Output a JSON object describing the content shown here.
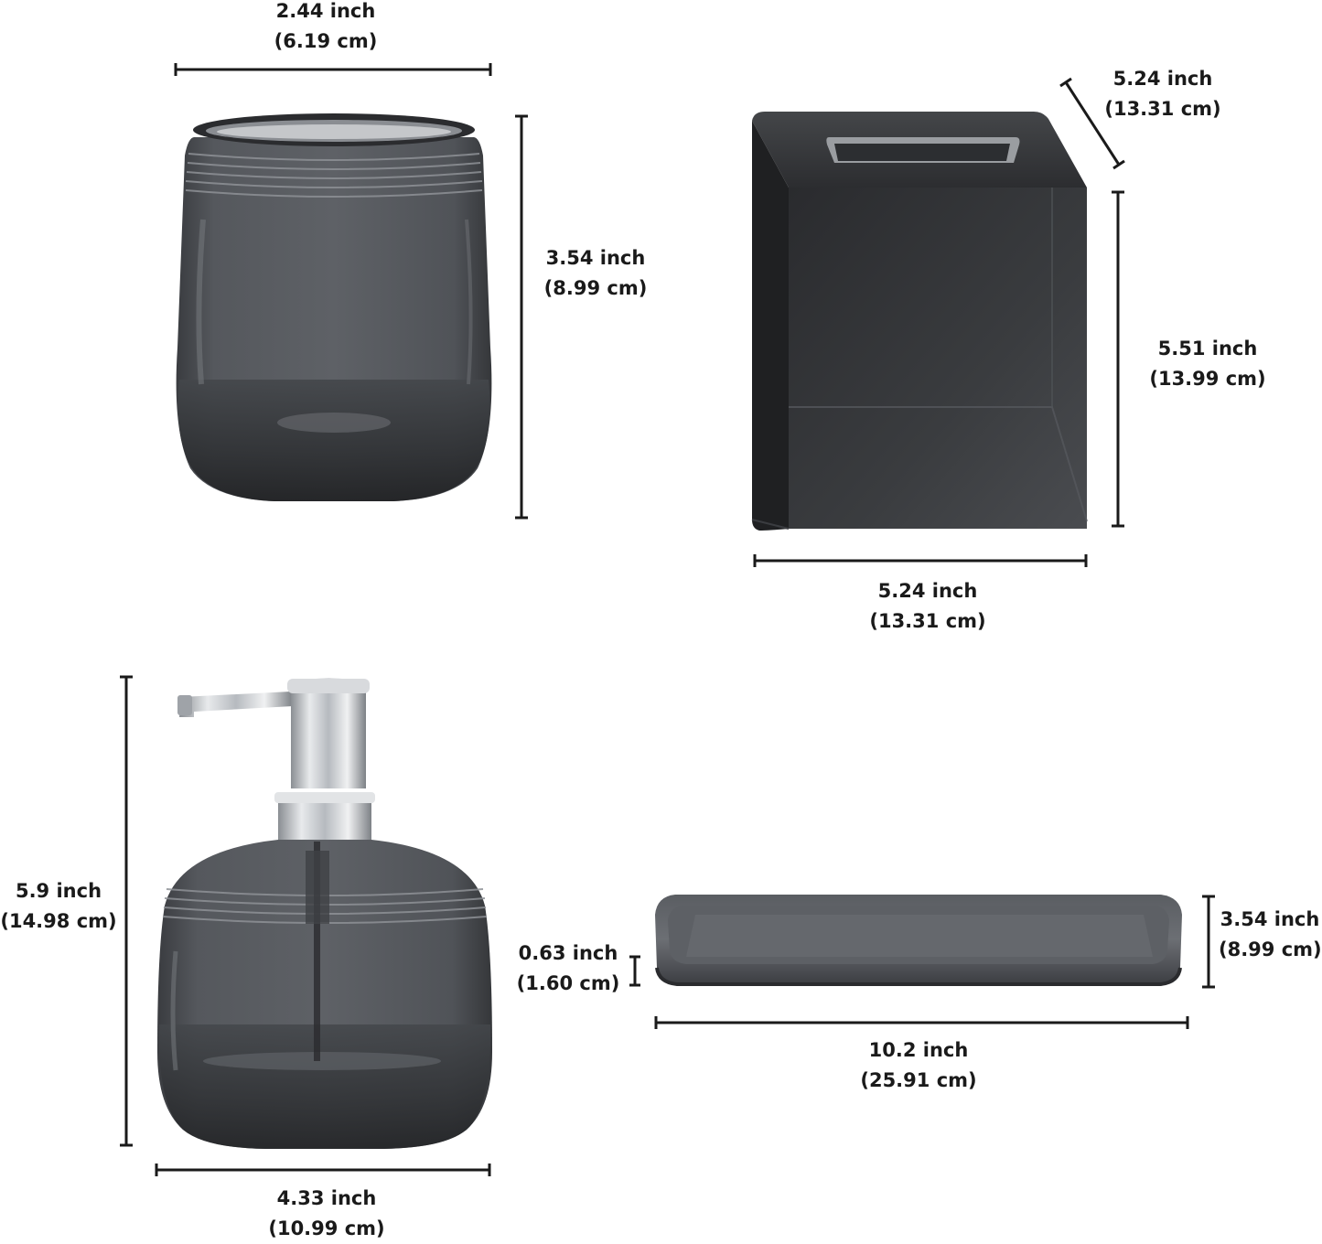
{
  "colors": {
    "background": "#ffffff",
    "text": "#1a1a1a",
    "dimension_line": "#1a1a1a",
    "smoke_glass_dark": "#2e3033",
    "smoke_glass_mid": "#4a4d52",
    "smoke_glass_light": "#6b6e73",
    "chrome": "#c9ccd0"
  },
  "products": {
    "tumbler": {
      "width": {
        "inch": "2.44 inch",
        "cm": "(6.19 cm)"
      },
      "height": {
        "inch": "3.54 inch",
        "cm": "(8.99 cm)"
      }
    },
    "tissue_box": {
      "depth": {
        "inch": "5.24 inch",
        "cm": "(13.31 cm)"
      },
      "height": {
        "inch": "5.51 inch",
        "cm": "(13.99 cm)"
      },
      "width": {
        "inch": "5.24 inch",
        "cm": "(13.31 cm)"
      }
    },
    "soap_dispenser": {
      "height": {
        "inch": "5.9 inch",
        "cm": "(14.98 cm)"
      },
      "width": {
        "inch": "4.33 inch",
        "cm": "(10.99 cm)"
      }
    },
    "tray": {
      "height": {
        "inch": "0.63 inch",
        "cm": "(1.60 cm)"
      },
      "depth": {
        "inch": "3.54 inch",
        "cm": "(8.99 cm)"
      },
      "length": {
        "inch": "10.2 inch",
        "cm": "(25.91 cm)"
      }
    }
  }
}
